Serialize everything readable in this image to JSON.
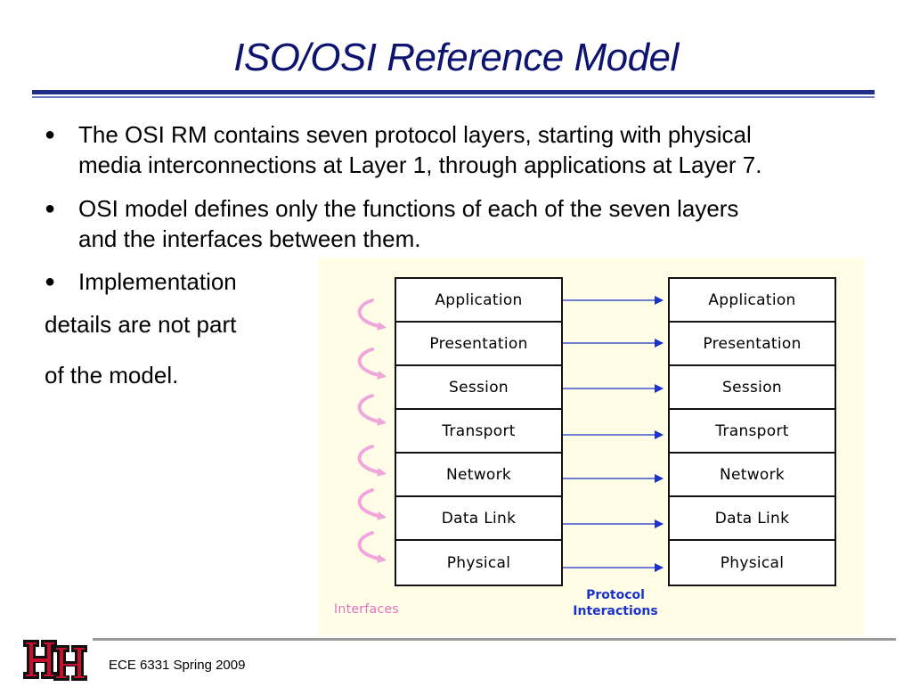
{
  "slide": {
    "title": "ISO/OSI Reference Model",
    "bullets": [
      {
        "line1": "The OSI RM contains seven protocol layers, starting with physical",
        "line2": "media interconnections at Layer 1, through applications at Layer 7."
      },
      {
        "line1": "OSI model defines only the functions of each of the seven layers",
        "line2": "and the interfaces between them."
      },
      {
        "line1": "Implementation"
      }
    ],
    "continuation": [
      "details are not part",
      "of the model."
    ],
    "bullet_glyph": "●",
    "footer": "ECE 6331 Spring 2009"
  },
  "diagram": {
    "layers": [
      "Application",
      "Presentation",
      "Session",
      "Transport",
      "Network",
      "Data Link",
      "Physical"
    ],
    "interfaces_label": "Interfaces",
    "protocol_label_line1": "Protocol",
    "protocol_label_line2": "Interactions",
    "colors": {
      "arrow": "#1a33cc",
      "interface": "#e070c0",
      "background": "#fffde6"
    }
  },
  "logo": {
    "icon": "uh-logo-icon",
    "colors": {
      "red": "#c8102e",
      "black": "#111111"
    }
  }
}
